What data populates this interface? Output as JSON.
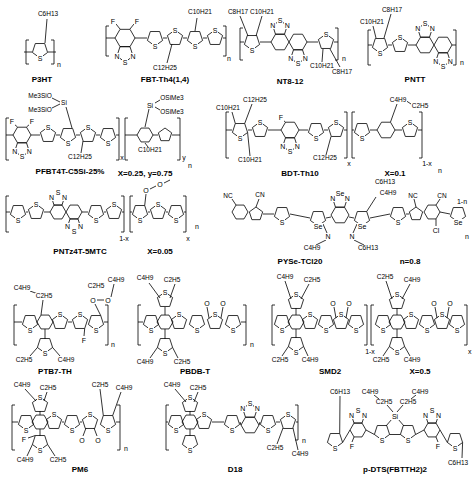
{
  "diagram": {
    "labels": [
      "C6H13",
      "S",
      "n",
      "P3HT",
      "C10H21",
      "F",
      "F",
      "N",
      "S",
      "N",
      "S",
      "S",
      "S",
      "S",
      "C12H25",
      "n",
      "FBT-Th4(1,4)",
      "C8H17",
      "C10H21",
      "S",
      "N",
      "S",
      "N",
      "N",
      "S",
      "N",
      "S",
      "C10H21",
      "C8H17",
      "n",
      "NT8-12",
      "C8H17",
      "C10H21",
      "S",
      "S",
      "N",
      "S",
      "N",
      "N",
      "S",
      "N",
      "n",
      "PNTT",
      "Me3SiO",
      "Si",
      "Me3SiO",
      "F",
      "F",
      "N",
      "S",
      "N",
      "S",
      "S",
      "S",
      "S",
      "Si",
      "OSiMe3",
      "OSiMe3",
      "C10H21",
      "C12H25",
      "x",
      "y",
      "n",
      "PFBT4T-C5Si-25%",
      "X=0.25, y=0.75",
      "C12H25",
      "C10H21",
      "S",
      "S",
      "F",
      "N",
      "S",
      "N",
      "S",
      "S",
      "S",
      "S",
      "C10H21",
      "C12H25",
      "C4H9",
      "C2H5",
      "x",
      "1-x",
      "n",
      "BDT-Th10",
      "X=0.1",
      "S",
      "S",
      "N",
      "S",
      "N",
      "N",
      "S",
      "N",
      "S",
      "S",
      "O",
      "O",
      "S",
      "S",
      "S",
      "1-x",
      "x",
      "n",
      "PNTz4T-5MTC",
      "X=0.05",
      "C6H13",
      "C4H9",
      "N",
      "Se",
      "N",
      "Se",
      "Se",
      "N",
      "N",
      "C4H9",
      "C6H13",
      "NC",
      "CN",
      "NC",
      "CN",
      "S",
      "S",
      "Se",
      "Cl",
      "n",
      "1-n",
      "PYSe-TCl20",
      "n=0.8",
      "C4H9",
      "C2H5",
      "O",
      "O",
      "C2H5",
      "C4H9",
      "S",
      "S",
      "F",
      "S",
      "S",
      "S",
      "C2H5",
      "C4H9",
      "n",
      "PTB7-TH",
      "C4H9",
      "C2H5",
      "S",
      "S",
      "S",
      "O",
      "O",
      "S",
      "S",
      "S",
      "S",
      "C4H9",
      "C2H5",
      "n",
      "PBDB-T",
      "C4H9",
      "C2H5",
      "C2H5",
      "C4H9",
      "S",
      "S",
      "S",
      "S",
      "O",
      "O",
      "O",
      "O",
      "S",
      "S",
      "S",
      "S",
      "S",
      "S",
      "S",
      "S",
      "S",
      "S",
      "C2H5",
      "C4H9",
      "C2H5",
      "C4H9",
      "1-x",
      "x",
      "SMD2",
      "X=0.5",
      "C4H9",
      "C2H5",
      "C2H5",
      "C4H9",
      "S",
      "O",
      "O",
      "S",
      "S",
      "S",
      "S",
      "S",
      "S",
      "F",
      "C4H9",
      "C2H5",
      "n",
      "PM6",
      "C4H9",
      "C2H5",
      "S",
      "N",
      "S",
      "N",
      "S",
      "S",
      "S",
      "S",
      "S",
      "C2H5",
      "C4H9",
      "S",
      "n",
      "D18",
      "C6H13",
      "S",
      "N",
      "S",
      "N",
      "S",
      "C4H9",
      "C2H5",
      "Si",
      "C2H5",
      "C4H9",
      "S",
      "N",
      "S",
      "N",
      "S",
      "C6H13",
      "F",
      "F",
      "p-DTS(FBTTH2)2"
    ]
  }
}
